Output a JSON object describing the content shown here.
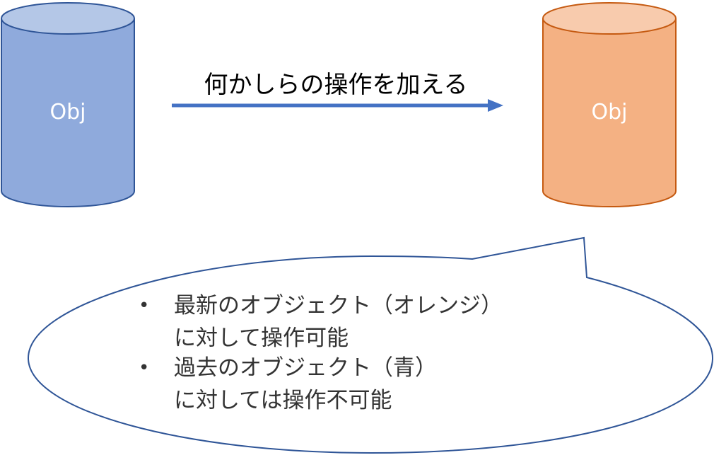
{
  "objects": {
    "old": {
      "label": "Obj",
      "fill": "#8faadc",
      "top_fill": "#b4c7e7",
      "stroke": "#2f5597"
    },
    "new": {
      "label": "Obj",
      "fill": "#f4b183",
      "top_fill": "#f8cbad",
      "stroke": "#c55a11"
    }
  },
  "arrow": {
    "label": "何かしらの操作を加える",
    "color": "#4472c4"
  },
  "callout": {
    "stroke": "#2f5597",
    "bullet_glyph": "•",
    "items": [
      {
        "line1": "最新のオブジェクト（オレンジ）",
        "line2": "に対して操作可能"
      },
      {
        "line1": "過去のオブジェクト（青）",
        "line2": "に対しては操作不可能"
      }
    ]
  }
}
